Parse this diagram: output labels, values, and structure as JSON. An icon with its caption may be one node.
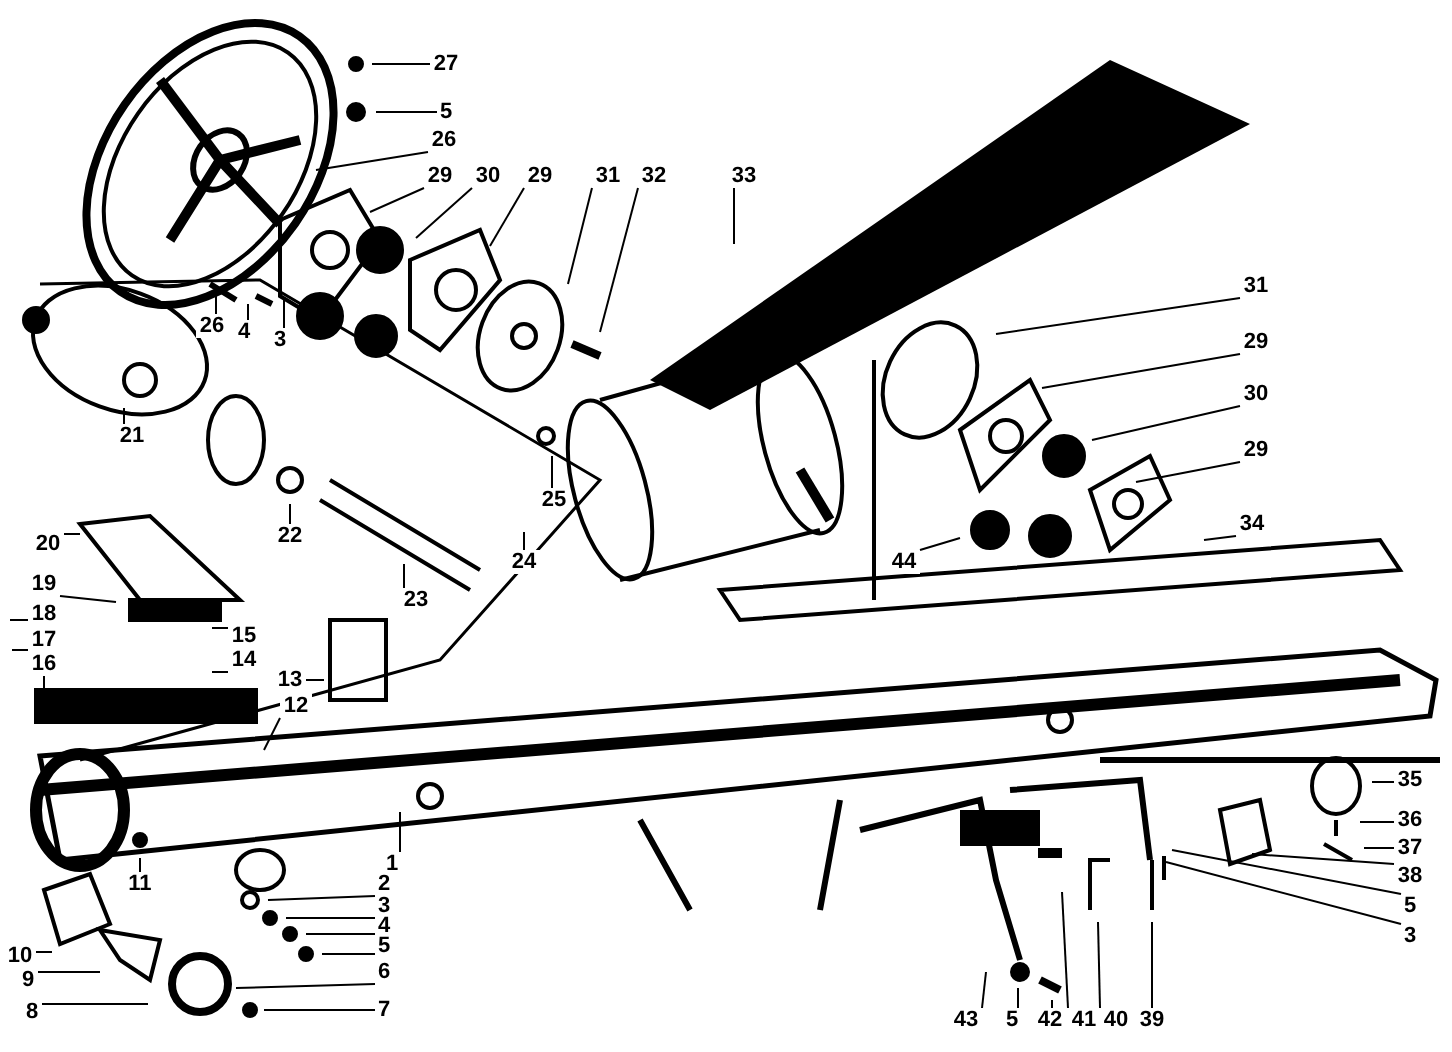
{
  "diagram": {
    "nodes": [
      {
        "text": [
          "27"
        ]
      },
      {
        "text": [
          "5"
        ]
      },
      {
        "text": [
          "26"
        ]
      },
      {
        "text": [
          "29"
        ]
      },
      {
        "text": [
          "30"
        ]
      },
      {
        "text": [
          "29"
        ]
      },
      {
        "text": [
          "31"
        ]
      },
      {
        "text": [
          "32"
        ]
      },
      {
        "text": [
          "33"
        ]
      },
      {
        "text": [
          "26"
        ]
      },
      {
        "text": [
          "4"
        ]
      },
      {
        "text": [
          "3"
        ]
      },
      {
        "text": [
          "21"
        ]
      },
      {
        "text": [
          "31"
        ]
      },
      {
        "text": [
          "29"
        ]
      },
      {
        "text": [
          "30"
        ]
      },
      {
        "text": [
          "29"
        ]
      },
      {
        "text": [
          "25"
        ]
      },
      {
        "text": [
          "22"
        ]
      },
      {
        "text": [
          "34"
        ]
      },
      {
        "text": [
          "44"
        ]
      },
      {
        "text": [
          "24"
        ]
      },
      {
        "text": [
          "23"
        ]
      },
      {
        "text": [
          "20"
        ]
      },
      {
        "text": [
          "19"
        ]
      },
      {
        "text": [
          "18"
        ]
      },
      {
        "text": [
          "17"
        ]
      },
      {
        "text": [
          "16"
        ]
      },
      {
        "text": [
          "15"
        ]
      },
      {
        "text": [
          "14"
        ]
      },
      {
        "text": [
          "13"
        ]
      },
      {
        "text": [
          "12"
        ]
      },
      {
        "text": [
          "11"
        ]
      },
      {
        "text": [
          "1"
        ]
      },
      {
        "text": [
          "2"
        ]
      },
      {
        "text": [
          "3"
        ]
      },
      {
        "text": [
          "4"
        ]
      },
      {
        "text": [
          "5"
        ]
      },
      {
        "text": [
          "10"
        ]
      },
      {
        "text": [
          "9"
        ]
      },
      {
        "text": [
          "6"
        ]
      },
      {
        "text": [
          "7"
        ]
      },
      {
        "text": [
          "8"
        ]
      },
      {
        "text": [
          "35"
        ]
      },
      {
        "text": [
          "36"
        ]
      },
      {
        "text": [
          "37"
        ]
      },
      {
        "text": [
          "38"
        ]
      },
      {
        "text": [
          "5"
        ]
      },
      {
        "text": [
          "3"
        ]
      },
      {
        "text": [
          "43"
        ]
      },
      {
        "text": [
          "5"
        ]
      },
      {
        "text": [
          "42"
        ]
      },
      {
        "text": [
          "41"
        ]
      },
      {
        "text": [
          "40"
        ]
      },
      {
        "text": [
          "39"
        ]
      }
    ],
    "edges": [
      {
        "from": 0,
        "to": null,
        "arrow": "none"
      },
      {
        "from": 1,
        "to": null,
        "arrow": "none"
      },
      {
        "from": 2,
        "to": null,
        "arrow": "none"
      },
      {
        "from": 3,
        "to": null,
        "arrow": "none"
      },
      {
        "from": 4,
        "to": null,
        "arrow": "none"
      },
      {
        "from": 5,
        "to": null,
        "arrow": "none"
      },
      {
        "from": 6,
        "to": null,
        "arrow": "none"
      },
      {
        "from": 7,
        "to": null,
        "arrow": "none"
      },
      {
        "from": 8,
        "to": null,
        "arrow": "none"
      },
      {
        "from": 9,
        "to": null,
        "arrow": "none"
      },
      {
        "from": 10,
        "to": null,
        "arrow": "none"
      },
      {
        "from": 11,
        "to": null,
        "arrow": "none"
      },
      {
        "from": 12,
        "to": null,
        "arrow": "none"
      },
      {
        "from": 13,
        "to": null,
        "arrow": "none"
      },
      {
        "from": 14,
        "to": null,
        "arrow": "none"
      },
      {
        "from": 15,
        "to": null,
        "arrow": "none"
      },
      {
        "from": 16,
        "to": null,
        "arrow": "none"
      },
      {
        "from": 17,
        "to": null,
        "arrow": "none"
      },
      {
        "from": 18,
        "to": null,
        "arrow": "none"
      },
      {
        "from": 19,
        "to": null,
        "arrow": "none"
      },
      {
        "from": 20,
        "to": null,
        "arrow": "none"
      },
      {
        "from": 21,
        "to": null,
        "arrow": "none"
      },
      {
        "from": 22,
        "to": null,
        "arrow": "none"
      },
      {
        "from": 23,
        "to": null,
        "arrow": "none"
      },
      {
        "from": 24,
        "to": null,
        "arrow": "none"
      },
      {
        "from": 25,
        "to": null,
        "arrow": "none"
      },
      {
        "from": 26,
        "to": null,
        "arrow": "none"
      },
      {
        "from": 27,
        "to": null,
        "arrow": "none"
      },
      {
        "from": 28,
        "to": null,
        "arrow": "none"
      },
      {
        "from": 29,
        "to": null,
        "arrow": "none"
      },
      {
        "from": 30,
        "to": null,
        "arrow": "none"
      },
      {
        "from": 31,
        "to": null,
        "arrow": "none"
      },
      {
        "from": 32,
        "to": null,
        "arrow": "none"
      },
      {
        "from": 33,
        "to": null,
        "arrow": "none"
      },
      {
        "from": 34,
        "to": null,
        "arrow": "none"
      },
      {
        "from": 35,
        "to": null,
        "arrow": "none"
      },
      {
        "from": 36,
        "to": null,
        "arrow": "none"
      },
      {
        "from": 37,
        "to": null,
        "arrow": "none"
      },
      {
        "from": 38,
        "to": null,
        "arrow": "none"
      },
      {
        "from": 39,
        "to": null,
        "arrow": "none"
      },
      {
        "from": 40,
        "to": null,
        "arrow": "none"
      },
      {
        "from": 41,
        "to": null,
        "arrow": "none"
      },
      {
        "from": 42,
        "to": null,
        "arrow": "none"
      },
      {
        "from": 43,
        "to": null,
        "arrow": "none"
      },
      {
        "from": 44,
        "to": null,
        "arrow": "none"
      },
      {
        "from": 45,
        "to": null,
        "arrow": "none"
      },
      {
        "from": 46,
        "to": null,
        "arrow": "none"
      },
      {
        "from": 47,
        "to": null,
        "arrow": "none"
      },
      {
        "from": 48,
        "to": null,
        "arrow": "none"
      },
      {
        "from": 49,
        "to": null,
        "arrow": "none"
      },
      {
        "from": 50,
        "to": null,
        "arrow": "none"
      },
      {
        "from": 51,
        "to": null,
        "arrow": "none"
      },
      {
        "from": 52,
        "to": null,
        "arrow": "none"
      },
      {
        "from": 53,
        "to": null,
        "arrow": "none"
      },
      {
        "from": 54,
        "to": null,
        "arrow": "none"
      }
    ]
  }
}
